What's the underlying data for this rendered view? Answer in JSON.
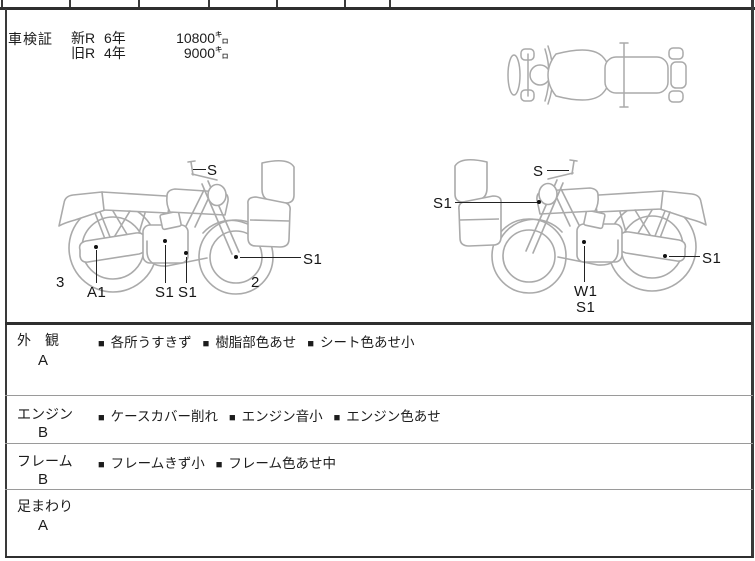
{
  "vehicle_inspection": {
    "label": "車検証",
    "rows": [
      {
        "registration": "新R",
        "year": "6年",
        "mileage": "10800㌔"
      },
      {
        "registration": "旧R",
        "year": "4年",
        "mileage": "9000㌔"
      }
    ]
  },
  "diagram": {
    "left_bike": {
      "labels": [
        "S",
        "3",
        "A1",
        "S1",
        "S1",
        "2",
        "S1"
      ]
    },
    "right_bike": {
      "labels": [
        "S",
        "S1",
        "W1",
        "S1",
        "S1"
      ]
    }
  },
  "condition_sections": [
    {
      "label": "外　観",
      "grade": "A",
      "notes": [
        "各所うすきず",
        "樹脂部色あせ",
        "シート色あせ小"
      ]
    },
    {
      "label": "エンジン",
      "grade": "B",
      "notes": [
        "ケースカバー削れ",
        "エンジン音小",
        "エンジン色あせ"
      ]
    },
    {
      "label": "フレーム",
      "grade": "B",
      "notes": [
        "フレームきず小",
        "フレーム色あせ中"
      ]
    },
    {
      "label": "足まわり",
      "grade": "A",
      "notes": []
    }
  ],
  "bullet_char": "■",
  "colors": {
    "border_dark": "#2f2f2f",
    "separator_light": "#9a9a9a",
    "sketch_outline": "#aaaaaa",
    "text": "#1c1c1c"
  }
}
